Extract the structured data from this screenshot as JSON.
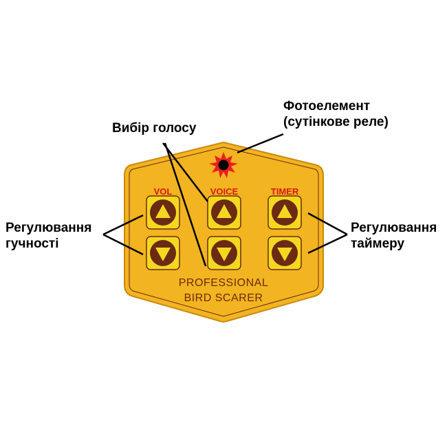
{
  "callouts": {
    "voice_select": "Вибір голосу",
    "photocell_line1": "Фотоелемент",
    "photocell_line2": "(сутінкове реле)",
    "volume_line1": "Регулювання",
    "volume_line2": "гучності",
    "timer_line1": "Регулювання",
    "timer_line2": "таймеру"
  },
  "panel": {
    "vol_label": "VOL",
    "voice_label": "VOICE",
    "timer_label": "TIMER",
    "title_line1": "PROFESSIONAL",
    "title_line2": "BIRD SCARER",
    "colors": {
      "panel": "#f2b420",
      "button": "#f4d820",
      "circle": "#6b2a12",
      "label": "#d81818",
      "text": "#6b2a12"
    }
  }
}
